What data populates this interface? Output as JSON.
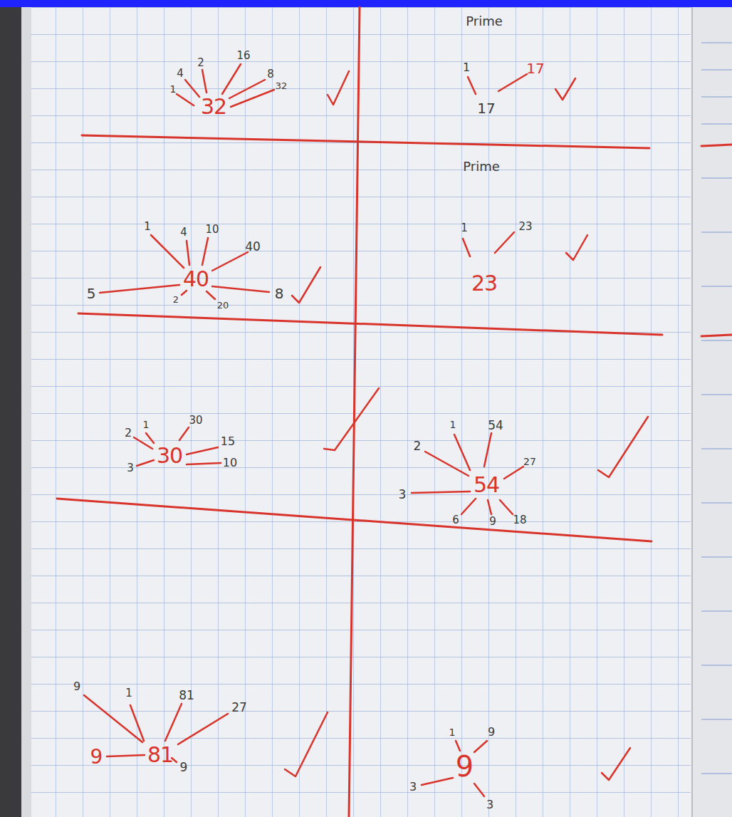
{
  "diagram": {
    "labels": [
      "4",
      "2",
      "16",
      "8",
      "1",
      "32",
      "32",
      "Prime",
      "1",
      "17",
      "17",
      "Prime",
      "1",
      "4",
      "10",
      "40",
      "5",
      "40",
      "8",
      "2",
      "20",
      "1",
      "23",
      "23",
      "1",
      "30",
      "2",
      "15",
      "3",
      "30",
      "10",
      "1",
      "54",
      "2",
      "27",
      "3",
      "54",
      "6",
      "9",
      "18",
      "9",
      "1",
      "81",
      "27",
      "9",
      "81",
      "9",
      "1",
      "9",
      "3",
      "9",
      "3"
    ]
  }
}
